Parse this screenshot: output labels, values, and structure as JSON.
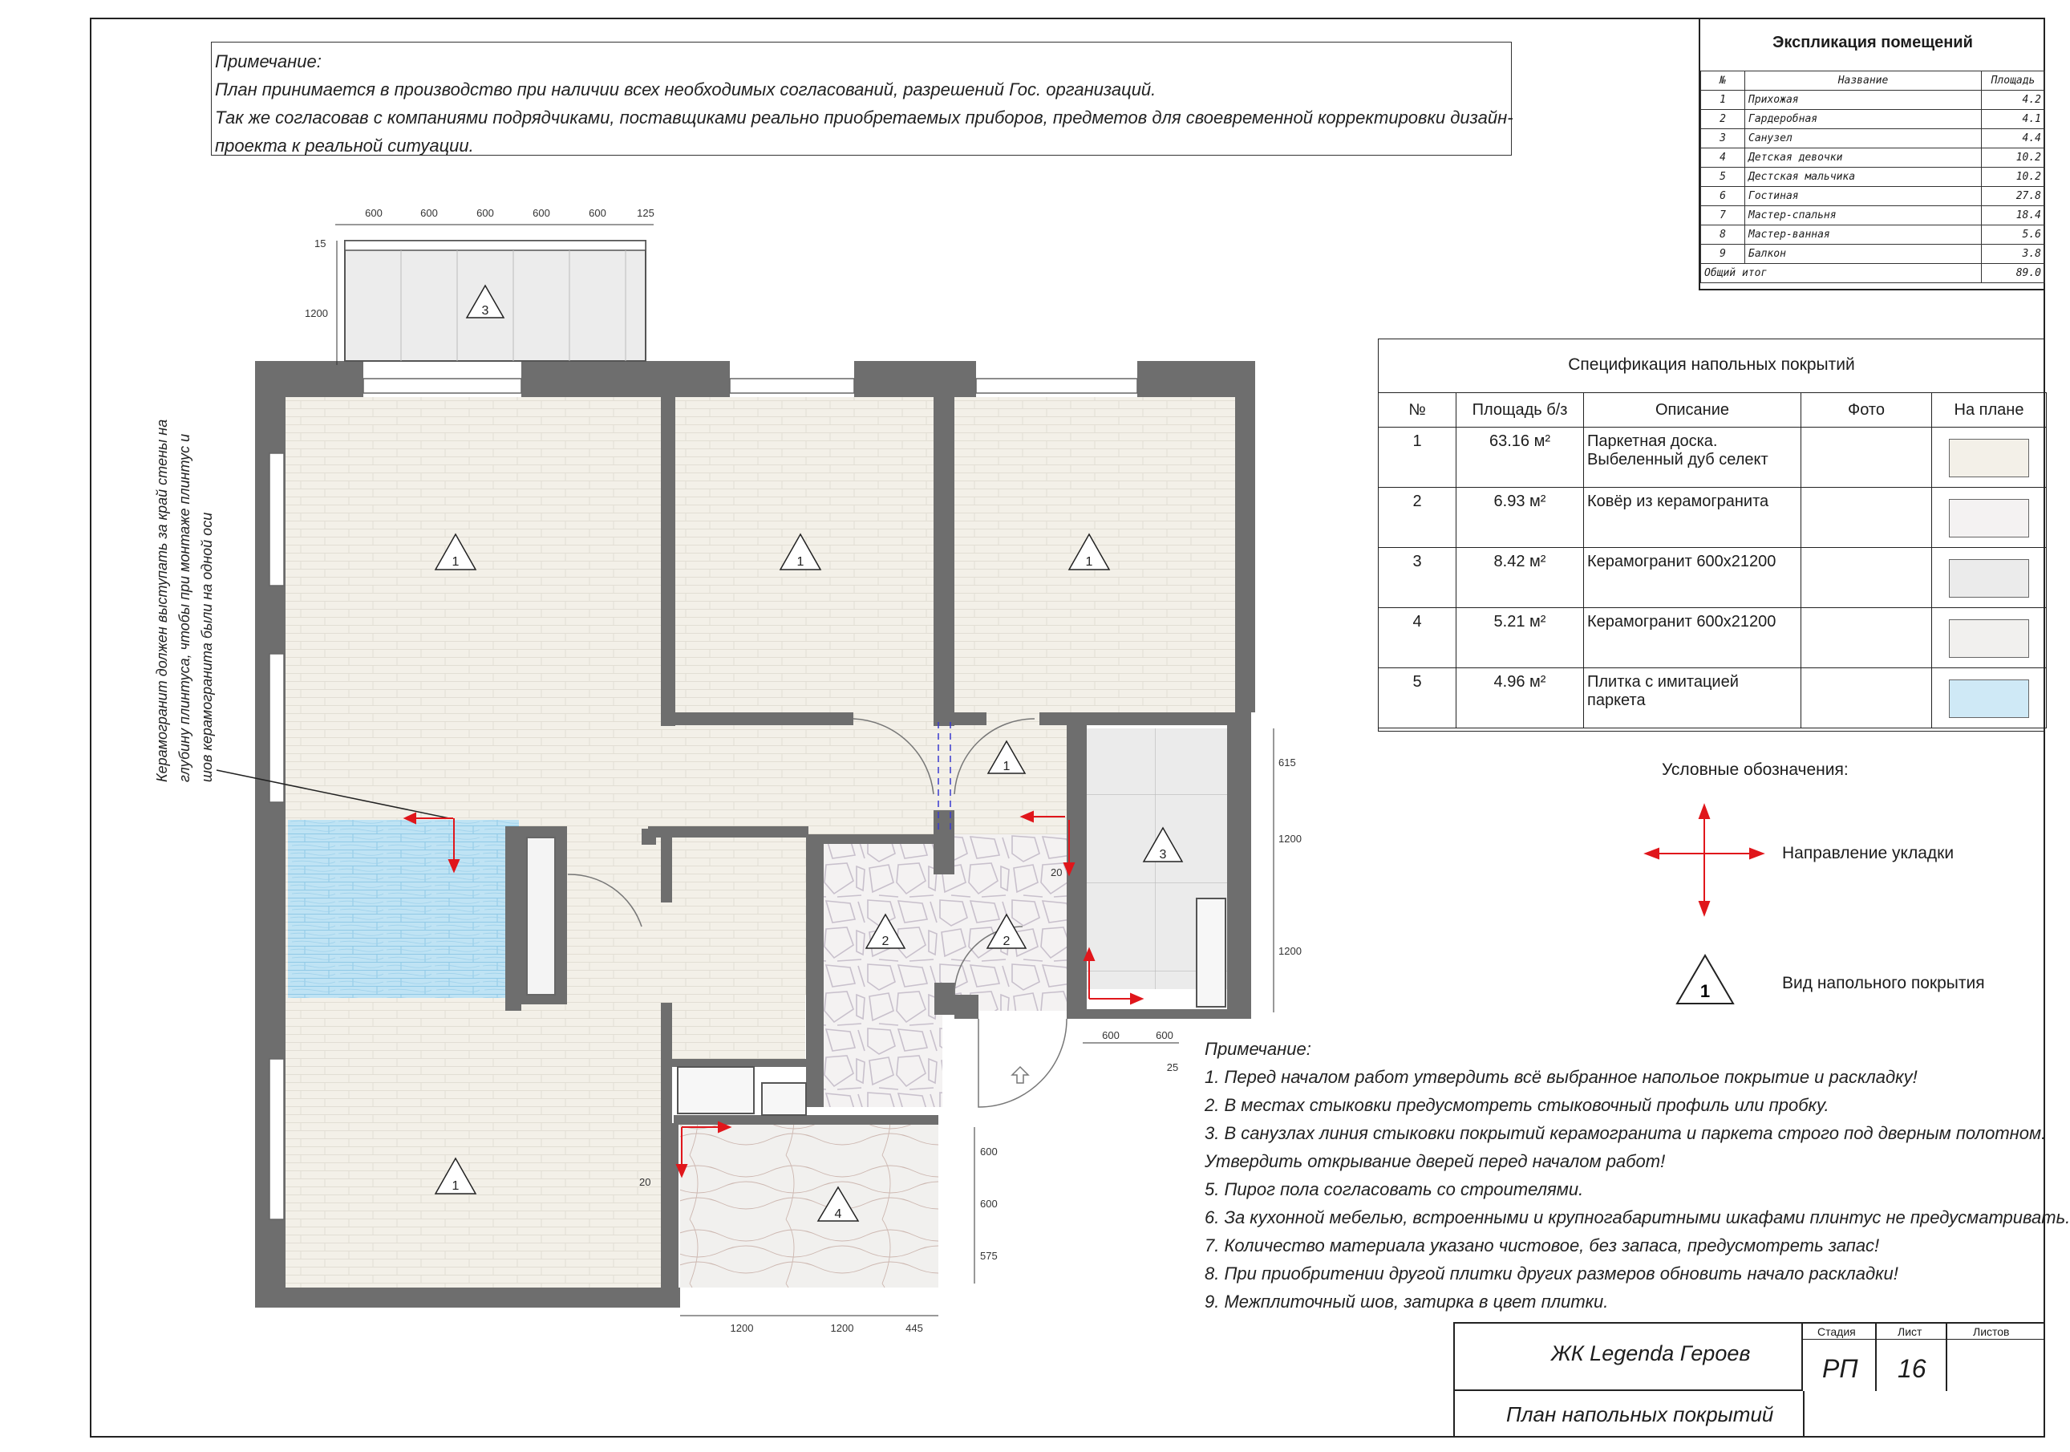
{
  "note_top": {
    "heading": "Примечание:",
    "lines": [
      "План принимается в производство при наличии всех необходимых согласований, разрешений Гос. организаций.",
      "Так же согласовав с компаниями подрядчиками, поставщиками реально приобретаемых приборов, предметов для своевременной корректировки дизайн-",
      "проекта к реальной ситуации."
    ]
  },
  "explication": {
    "title": "Экспликация помещений",
    "headers": [
      "№",
      "Название",
      "Площадь"
    ],
    "rows": [
      {
        "n": "1",
        "name": "Прихожая",
        "area": "4.2"
      },
      {
        "n": "2",
        "name": "Гардеробная",
        "area": "4.1"
      },
      {
        "n": "3",
        "name": "Санузел",
        "area": "4.4"
      },
      {
        "n": "4",
        "name": "Детская девочки",
        "area": "10.2"
      },
      {
        "n": "5",
        "name": "Дестская мальчика",
        "area": "10.2"
      },
      {
        "n": "6",
        "name": "Гостиная",
        "area": "27.8"
      },
      {
        "n": "7",
        "name": "Мастер-спальня",
        "area": "18.4"
      },
      {
        "n": "8",
        "name": "Мастер-ванная",
        "area": "5.6"
      },
      {
        "n": "9",
        "name": "Балкон",
        "area": "3.8"
      }
    ],
    "total_label": "Общий итог",
    "total_value": "89.0"
  },
  "spec": {
    "title": "Спецификация напольных покрытий",
    "headers": [
      "№",
      "Площадь б/з",
      "Описание",
      "Фото",
      "На плане"
    ],
    "rows": [
      {
        "n": "1",
        "area": "63.16 м²",
        "desc": "Паркетная доска. Выбеленный дуб селект",
        "color": "#f3f0e8"
      },
      {
        "n": "2",
        "area": "6.93 м²",
        "desc": "Ковёр из керамогранита",
        "color": "#f4f2f2"
      },
      {
        "n": "3",
        "area": "8.42 м²",
        "desc": "Керамогранит 600х21200",
        "color": "#ebebeb"
      },
      {
        "n": "4",
        "area": "5.21 м²",
        "desc": "Керамогранит 600х21200",
        "color": "#f1f0ee"
      },
      {
        "n": "5",
        "area": "4.96 м²",
        "desc": "Плитка с имитацией паркета",
        "color": "#cfe9f6"
      }
    ]
  },
  "legend": {
    "title": "Условные обозначения:",
    "direction_label": "Направление укладки",
    "floor_type_label": "Вид напольного покрытия",
    "sample_mark": "1"
  },
  "note_bottom": {
    "heading": "Примечание:",
    "lines": [
      "1. Перед началом работ утвердить всё выбранное напольое покрытие и раскладку!",
      "2. В местах стыковки предусмотреть стыковочный профиль или пробку.",
      "3. В санузлах линия стыковки покрытий керамогранита и паркета строго под дверным полотном.",
      "Утвердить открывание дверей перед началом работ!",
      "5. Пирог пола согласовать со строителями.",
      "6. За кухонной мебелью, встроенными и крупногабаритными шкафами плинтус не предусматривать.",
      "7. Количество материала указано чистовое, без запаса, предусмотреть запас!",
      "8. При приобритении другой плитки других размеров обновить начало раскладки!",
      "9. Межплиточный шов, затирка в цвет плитки."
    ]
  },
  "side_note": {
    "lines": [
      "Керамогранит должен выступать за край стены на",
      "глубину плинтуса, чтобы при монтаже плинтус и",
      "шов керамогранита были на одной оси"
    ]
  },
  "plan": {
    "balcony_dims": [
      "600",
      "600",
      "600",
      "600",
      "600",
      "125"
    ],
    "balcony_side_dims": [
      "15",
      "1200"
    ],
    "bath_dims_right": [
      "615",
      "1200",
      "1200"
    ],
    "bath_dims_bottom": [
      "600",
      "600",
      "25"
    ],
    "kitchen_dims_right": [
      "600",
      "600",
      "575"
    ],
    "kitchen_dims_bottom": [
      "1200",
      "1200",
      "445"
    ],
    "small_dims": [
      "20",
      "20"
    ],
    "markers": [
      {
        "label": "3"
      },
      {
        "label": "1"
      },
      {
        "label": "1"
      },
      {
        "label": "1"
      },
      {
        "label": "1"
      },
      {
        "label": "3"
      },
      {
        "label": "2"
      },
      {
        "label": "2"
      },
      {
        "label": "1"
      },
      {
        "label": "4"
      }
    ]
  },
  "title_block": {
    "project": "ЖК Legenda Героев",
    "sheet_title": "План напольных покрытий",
    "stage_label": "Стадия",
    "sheet_label": "Лист",
    "sheets_label": "Листов",
    "stage_value": "РП",
    "sheet_value": "16",
    "sheets_value": ""
  },
  "colors": {
    "wall": "#6e6e6e",
    "parquet": "#f3f0e8",
    "blue_tile": "#bfe3f4",
    "arrow": "#e0161b",
    "guide": "#3a3ad0"
  }
}
